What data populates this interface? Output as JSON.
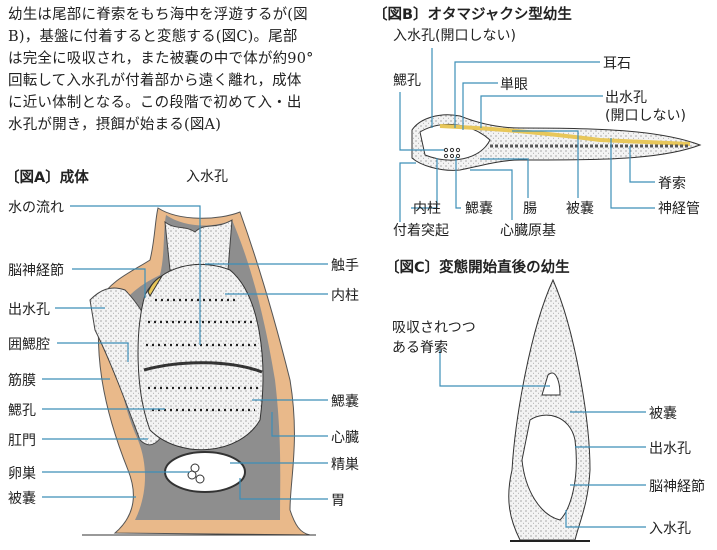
{
  "paragraph": [
    "幼生は尾部に脊索をもち海中を浮遊するが(図",
    "B)，基盤に付着すると変態する(図C)。尾部",
    "は完全に吸収され，また被嚢の中で体が約90°",
    "回転して入水孔が付着部から遠く離れ，成体",
    "に近い体制となる。この段階で初めて入・出",
    "水孔が開き，摂餌が始まる(図A)"
  ],
  "figA": {
    "title": "〔図A〕成体",
    "labels": {
      "inlet": "入水孔",
      "water_flow": "水の流れ",
      "ganglion": "脳神経節",
      "outlet": "出水孔",
      "atrium": "囲鰓腔",
      "muscle": "筋膜",
      "gill_slit": "鰓孔",
      "anus": "肛門",
      "ovary": "卵巣",
      "tunic": "被嚢",
      "tentacle": "触手",
      "endostyle": "内柱",
      "pharynx": "鰓嚢",
      "heart": "心臓",
      "testis": "精巣",
      "stomach": "胃"
    }
  },
  "figB": {
    "title": "〔図B〕オタマジャクシ型幼生",
    "labels": {
      "inlet": "入水孔(開口しない)",
      "otolith": "耳石",
      "gill_slit": "鰓孔",
      "ocellus": "単眼",
      "outlet_1": "出水孔",
      "outlet_2": "(開口しない)",
      "notochord": "脊索",
      "neural_tube": "神経管",
      "endostyle": "内柱",
      "pharynx": "鰓嚢",
      "gut": "腸",
      "tunic": "被嚢",
      "adhesive": "付着突起",
      "heart_rudiment": "心臓原基"
    }
  },
  "figC": {
    "title": "〔図C〕変態開始直後の幼生",
    "labels": {
      "notochord_1": "吸収されつつ",
      "notochord_2": "ある脊索",
      "tunic": "被嚢",
      "outlet": "出水孔",
      "ganglion": "脳神経節",
      "inlet": "入水孔"
    }
  },
  "colors": {
    "leader": "#3d8fb8",
    "tunic": "#e9b98a",
    "cavity": "#8e8e8e",
    "yellow": "#e8c75a"
  }
}
